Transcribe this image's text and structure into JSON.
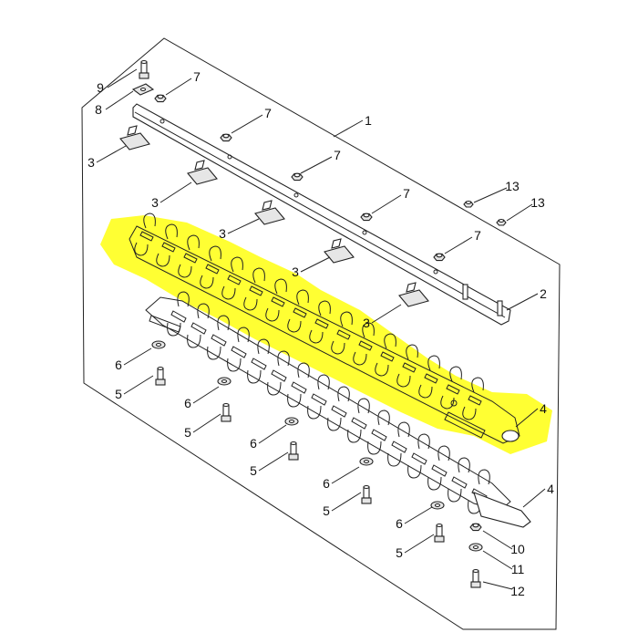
{
  "colors": {
    "highlight": "#ffff33",
    "line": "#222222",
    "background": "#ffffff"
  },
  "callouts": [
    {
      "id": "c-1",
      "text": "1"
    },
    {
      "id": "c-2",
      "text": "2"
    },
    {
      "id": "c-3a",
      "text": "3"
    },
    {
      "id": "c-3b",
      "text": "3"
    },
    {
      "id": "c-3c",
      "text": "3"
    },
    {
      "id": "c-3d",
      "text": "3"
    },
    {
      "id": "c-3e",
      "text": "3"
    },
    {
      "id": "c-4a",
      "text": "4"
    },
    {
      "id": "c-4b",
      "text": "4"
    },
    {
      "id": "c-5a",
      "text": "5"
    },
    {
      "id": "c-5b",
      "text": "5"
    },
    {
      "id": "c-5c",
      "text": "5"
    },
    {
      "id": "c-5d",
      "text": "5"
    },
    {
      "id": "c-5e",
      "text": "5"
    },
    {
      "id": "c-6a",
      "text": "6"
    },
    {
      "id": "c-6b",
      "text": "6"
    },
    {
      "id": "c-6c",
      "text": "6"
    },
    {
      "id": "c-6d",
      "text": "6"
    },
    {
      "id": "c-6e",
      "text": "6"
    },
    {
      "id": "c-7a",
      "text": "7"
    },
    {
      "id": "c-7b",
      "text": "7"
    },
    {
      "id": "c-7c",
      "text": "7"
    },
    {
      "id": "c-7d",
      "text": "7"
    },
    {
      "id": "c-7e",
      "text": "7"
    },
    {
      "id": "c-8",
      "text": "8"
    },
    {
      "id": "c-9",
      "text": "9"
    },
    {
      "id": "c-10",
      "text": "10"
    },
    {
      "id": "c-11",
      "text": "11"
    },
    {
      "id": "c-12",
      "text": "12"
    },
    {
      "id": "c-13a",
      "text": "13"
    },
    {
      "id": "c-13b",
      "text": "13"
    }
  ]
}
